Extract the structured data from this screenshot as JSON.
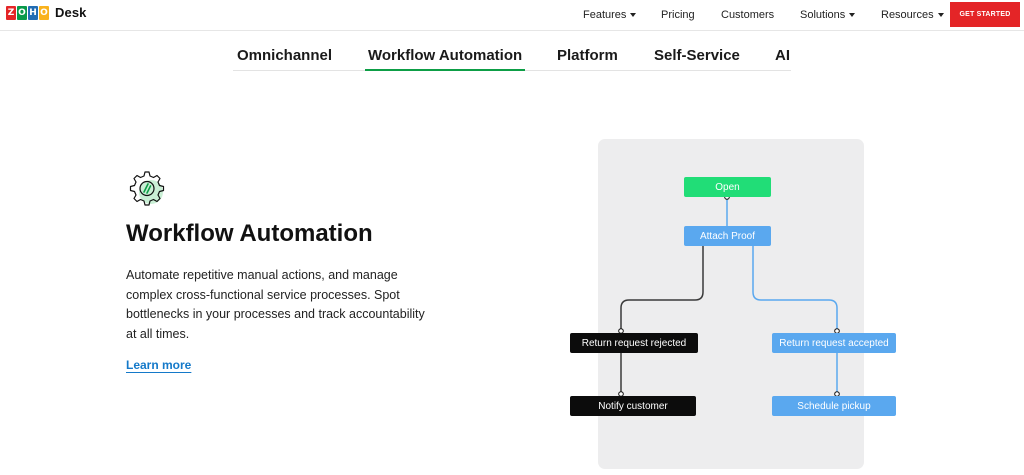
{
  "header": {
    "logo_letters": [
      "Z",
      "O",
      "H",
      "O"
    ],
    "logo_colors": [
      "#e42527",
      "#089949",
      "#226db4",
      "#f9b21d"
    ],
    "product": "Desk",
    "nav": [
      {
        "label": "Features",
        "dropdown": true
      },
      {
        "label": "Pricing",
        "dropdown": false
      },
      {
        "label": "Customers",
        "dropdown": false
      },
      {
        "label": "Solutions",
        "dropdown": true
      },
      {
        "label": "Resources",
        "dropdown": true
      }
    ],
    "cta": "GET STARTED"
  },
  "tabs": [
    {
      "label": "Omnichannel",
      "active": false
    },
    {
      "label": "Workflow Automation",
      "active": true
    },
    {
      "label": "Platform",
      "active": false
    },
    {
      "label": "Self-Service",
      "active": false
    },
    {
      "label": "AI",
      "active": false
    }
  ],
  "hero": {
    "icon": "gear-icon",
    "title": "Workflow Automation",
    "description": "Automate repetitive manual actions, and manage complex cross-functional service processes. Spot bottlenecks in your processes and track accountability at all times.",
    "link": "Learn more"
  },
  "diagram": {
    "nodes": {
      "open": "Open",
      "attach": "Attach Proof",
      "rejected": "Return request rejected",
      "accepted": "Return request accepted",
      "notify": "Notify customer",
      "pickup": "Schedule pickup"
    }
  },
  "colors": {
    "accent_green": "#0d9e46",
    "cta_red": "#e42527",
    "link_blue": "#1479c9",
    "node_blue": "#5aa8ef",
    "node_green": "#21dd77"
  }
}
